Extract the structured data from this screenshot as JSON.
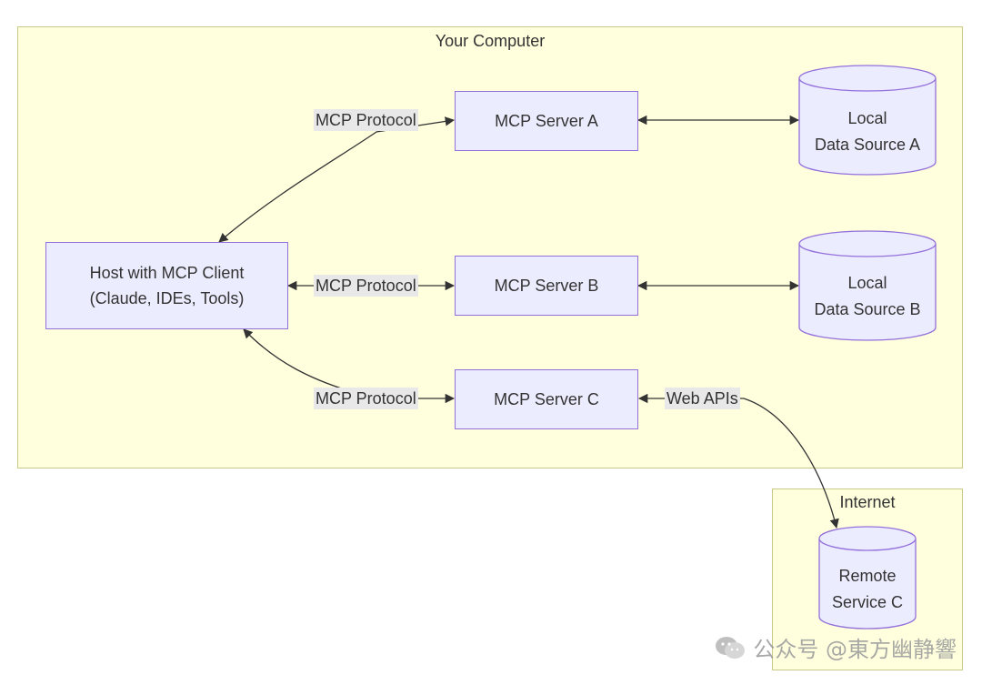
{
  "clusters": {
    "your_computer": {
      "title": "Your Computer"
    },
    "internet": {
      "title": "Internet"
    }
  },
  "nodes": {
    "host": {
      "line1": "Host with MCP Client",
      "line2": "(Claude, IDEs, Tools)"
    },
    "server_a": {
      "label": "MCP Server A"
    },
    "server_b": {
      "label": "MCP Server B"
    },
    "server_c": {
      "label": "MCP Server C"
    },
    "local_a": {
      "line1": "Local",
      "line2": "Data Source A"
    },
    "local_b": {
      "line1": "Local",
      "line2": "Data Source B"
    },
    "remote_c": {
      "line1": "Remote",
      "line2": "Service C"
    }
  },
  "edges": {
    "host_server_a": {
      "label": "MCP Protocol"
    },
    "host_server_b": {
      "label": "MCP Protocol"
    },
    "host_server_c": {
      "label": "MCP Protocol"
    },
    "server_c_remote": {
      "label": "Web APIs"
    }
  },
  "watermark": {
    "text": "公众号 @東方幽静響"
  },
  "colors": {
    "cluster_fill": "#ffffde",
    "cluster_border": "#c9c98a",
    "node_fill": "#ececff",
    "node_border": "#9370db",
    "edge": "#333333",
    "edge_label_bg": "#e8e8e8"
  }
}
